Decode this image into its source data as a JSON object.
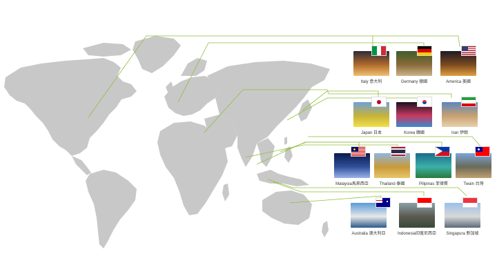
{
  "destinations": [
    {
      "id": "italy",
      "label": "Italy 意大利",
      "colors": [
        "#2f2a3a",
        "#b06a2a",
        "#f0c070"
      ],
      "flag": {
        "type": "v3",
        "colors": [
          "#009246",
          "#ffffff",
          "#ce2b37"
        ]
      }
    },
    {
      "id": "germany",
      "label": "Germany 德國",
      "colors": [
        "#3f5d2a",
        "#8a6a3a",
        "#c9b48a"
      ],
      "flag": {
        "type": "h3",
        "colors": [
          "#000000",
          "#dd0000",
          "#ffce00"
        ]
      }
    },
    {
      "id": "america",
      "label": "America 美國",
      "colors": [
        "#1e1a24",
        "#7a4a20",
        "#e0a040"
      ],
      "flag": {
        "type": "us",
        "colors": [
          "#b22234",
          "#ffffff",
          "#3c3b6e"
        ]
      }
    },
    {
      "id": "japan",
      "label": "Japan 日本",
      "colors": [
        "#6fa0d8",
        "#c7b23a",
        "#f1e04a"
      ],
      "flag": {
        "type": "jp",
        "colors": [
          "#ffffff",
          "#bc002d"
        ]
      }
    },
    {
      "id": "korea",
      "label": "Korea 韓國",
      "colors": [
        "#1a1220",
        "#c83a60",
        "#3a8ad0"
      ],
      "flag": {
        "type": "kr",
        "colors": [
          "#ffffff",
          "#cd2e3a",
          "#0047a0"
        ]
      }
    },
    {
      "id": "iran",
      "label": "Iran 伊朗",
      "colors": [
        "#5a86c0",
        "#c8a070",
        "#e6d2b0"
      ],
      "flag": {
        "type": "h3",
        "colors": [
          "#239f40",
          "#ffffff",
          "#da0000"
        ]
      }
    },
    {
      "id": "malaysia",
      "label": "Malaysia馬來西亞",
      "colors": [
        "#0b1a4a",
        "#2f4f9a",
        "#9ab4e8"
      ],
      "flag": {
        "type": "my",
        "colors": [
          "#cc0001",
          "#ffffff",
          "#010066",
          "#ffcc00"
        ]
      }
    },
    {
      "id": "thailand",
      "label": "Thailand 泰國",
      "colors": [
        "#8fb6e0",
        "#c89a3a",
        "#e7c56a"
      ],
      "flag": {
        "type": "th",
        "colors": [
          "#a51931",
          "#f4f5f8",
          "#2d2a4a"
        ]
      }
    },
    {
      "id": "pilipinas",
      "label": "Pilipinas 菲律賓",
      "colors": [
        "#1b6b8a",
        "#3cb0a8",
        "#2a7a3a"
      ],
      "flag": {
        "type": "ph",
        "colors": [
          "#0038a8",
          "#ce1126",
          "#ffffff",
          "#fcd116"
        ]
      }
    },
    {
      "id": "twain",
      "label": "Twain 台灣",
      "colors": [
        "#7aa6d8",
        "#6a6a5a",
        "#c0a070"
      ],
      "flag": {
        "type": "tw",
        "colors": [
          "#fe0000",
          "#000095",
          "#ffffff"
        ]
      }
    },
    {
      "id": "australia",
      "label": "Australia 澳大利亞",
      "colors": [
        "#5a9ad8",
        "#e8e8e8",
        "#2a5a8a"
      ],
      "flag": {
        "type": "au",
        "colors": [
          "#00008b",
          "#ffffff",
          "#ff0000"
        ]
      }
    },
    {
      "id": "indonesia",
      "label": "Indonesia印度尼西亞",
      "colors": [
        "#8aa0a8",
        "#5a5a50",
        "#3a4a3a"
      ],
      "flag": {
        "type": "h2",
        "colors": [
          "#ff0000",
          "#ffffff"
        ]
      }
    },
    {
      "id": "singapura",
      "label": "Singapura 新加坡",
      "colors": [
        "#9ac0e8",
        "#d8d8d8",
        "#5a6a7a"
      ],
      "flag": {
        "type": "sg",
        "colors": [
          "#ef3340",
          "#ffffff"
        ]
      }
    }
  ],
  "colors": {
    "land": "#c8c8c8",
    "line": "#8fbf3a"
  }
}
